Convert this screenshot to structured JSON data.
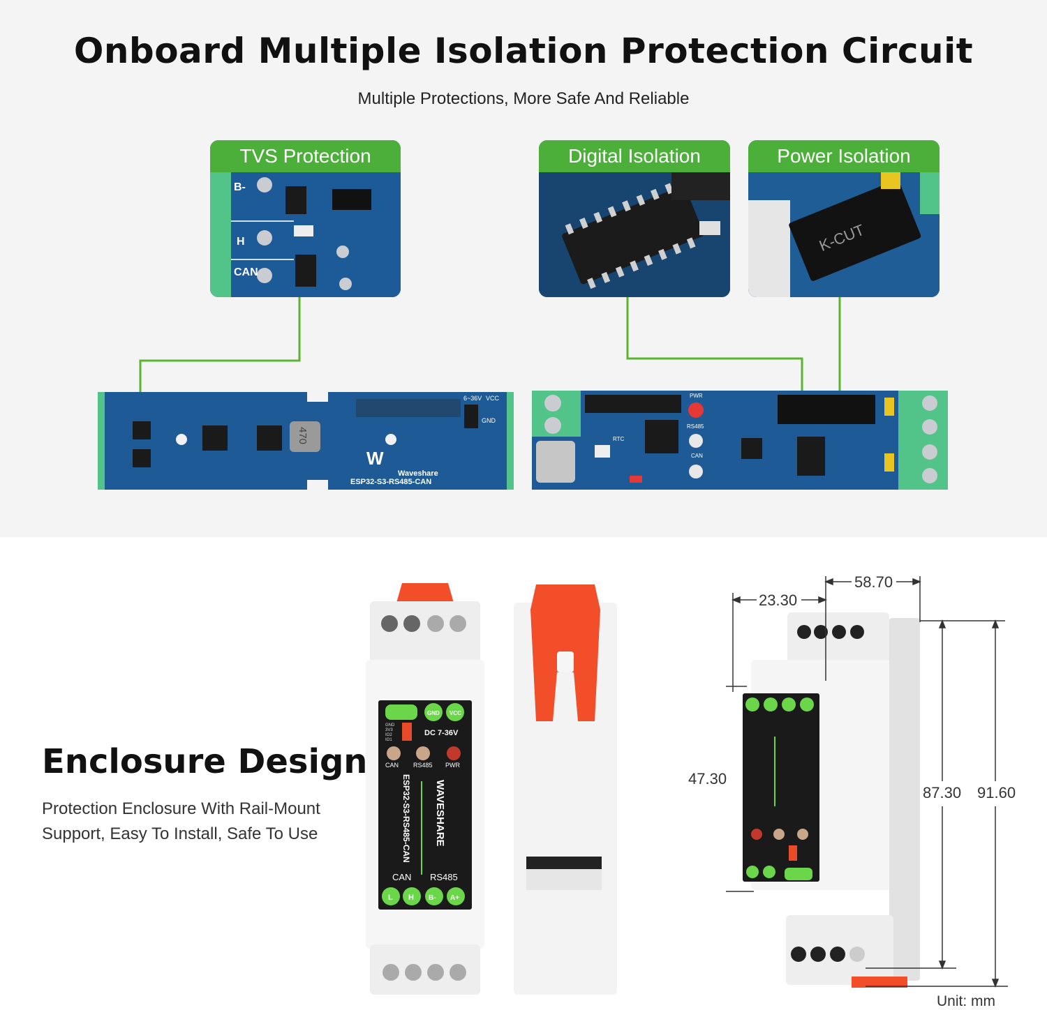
{
  "header": {
    "title": "Onboard Multiple Isolation Protection Circuit",
    "subtitle": "Multiple Protections, More Safe And Reliable"
  },
  "cards": [
    {
      "label": "TVS Protection"
    },
    {
      "label": "Digital Isolation"
    },
    {
      "label": "Power Isolation"
    }
  ],
  "board": {
    "pin_labels": [
      "B-",
      "H",
      "CAN"
    ],
    "brand": "Waveshare",
    "model": "ESP32-S3-RS485-CAN",
    "voltage": "6~36V",
    "vcc": "VCC",
    "gnd": "GND",
    "pwr": "PWR",
    "rs485": "RS485",
    "rtc": "RTC",
    "can": "CAN",
    "inductor": "470",
    "chip_text": "K-CUT"
  },
  "enclosure": {
    "title": "Enclosure Design",
    "description": "Protection Enclosure With Rail-Mount Support, Easy To Install, Safe To Use",
    "panel": {
      "gnd": "GND",
      "vcc": "VCC",
      "voltage": "DC 7-36V",
      "pins": [
        "GND",
        "3V3",
        "IO2",
        "IO1"
      ],
      "leds": [
        "CAN",
        "RS485",
        "PWR"
      ],
      "brand": "WAVESHARE",
      "model": "ESP32-S3-RS485-CAN",
      "group_can": "CAN",
      "group_rs485": "RS485",
      "terminals": [
        "L",
        "H",
        "B-",
        "A+"
      ]
    }
  },
  "dimensions": {
    "width_top": "58.70",
    "width_mid": "23.30",
    "height_panel": "47.30",
    "height_body": "87.30",
    "height_total": "91.60",
    "unit": "Unit: mm"
  }
}
